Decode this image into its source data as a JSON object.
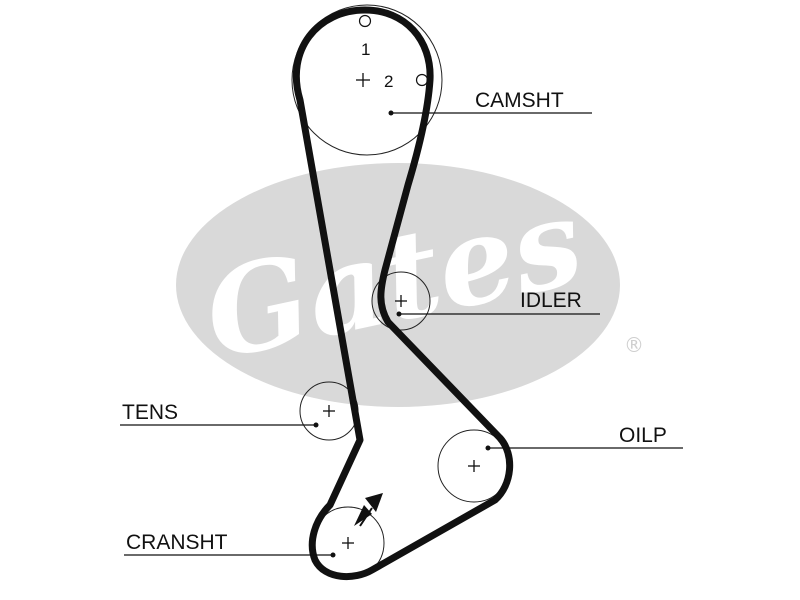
{
  "watermark": {
    "brand": "Gates",
    "trademark_symbol": "®",
    "color": "#d9d9d9"
  },
  "belt": {
    "color": "#111111"
  },
  "timing_marks": {
    "mark_1": "1",
    "mark_2": "2"
  },
  "labels": {
    "camshaft": "CAMSHT",
    "idler": "IDLER",
    "tensioner": "TENS",
    "oil_pump": "OILP",
    "crankshaft": "CRANSHT"
  },
  "rotation_arrow": {
    "icon": "rotation-direction-arrow"
  }
}
